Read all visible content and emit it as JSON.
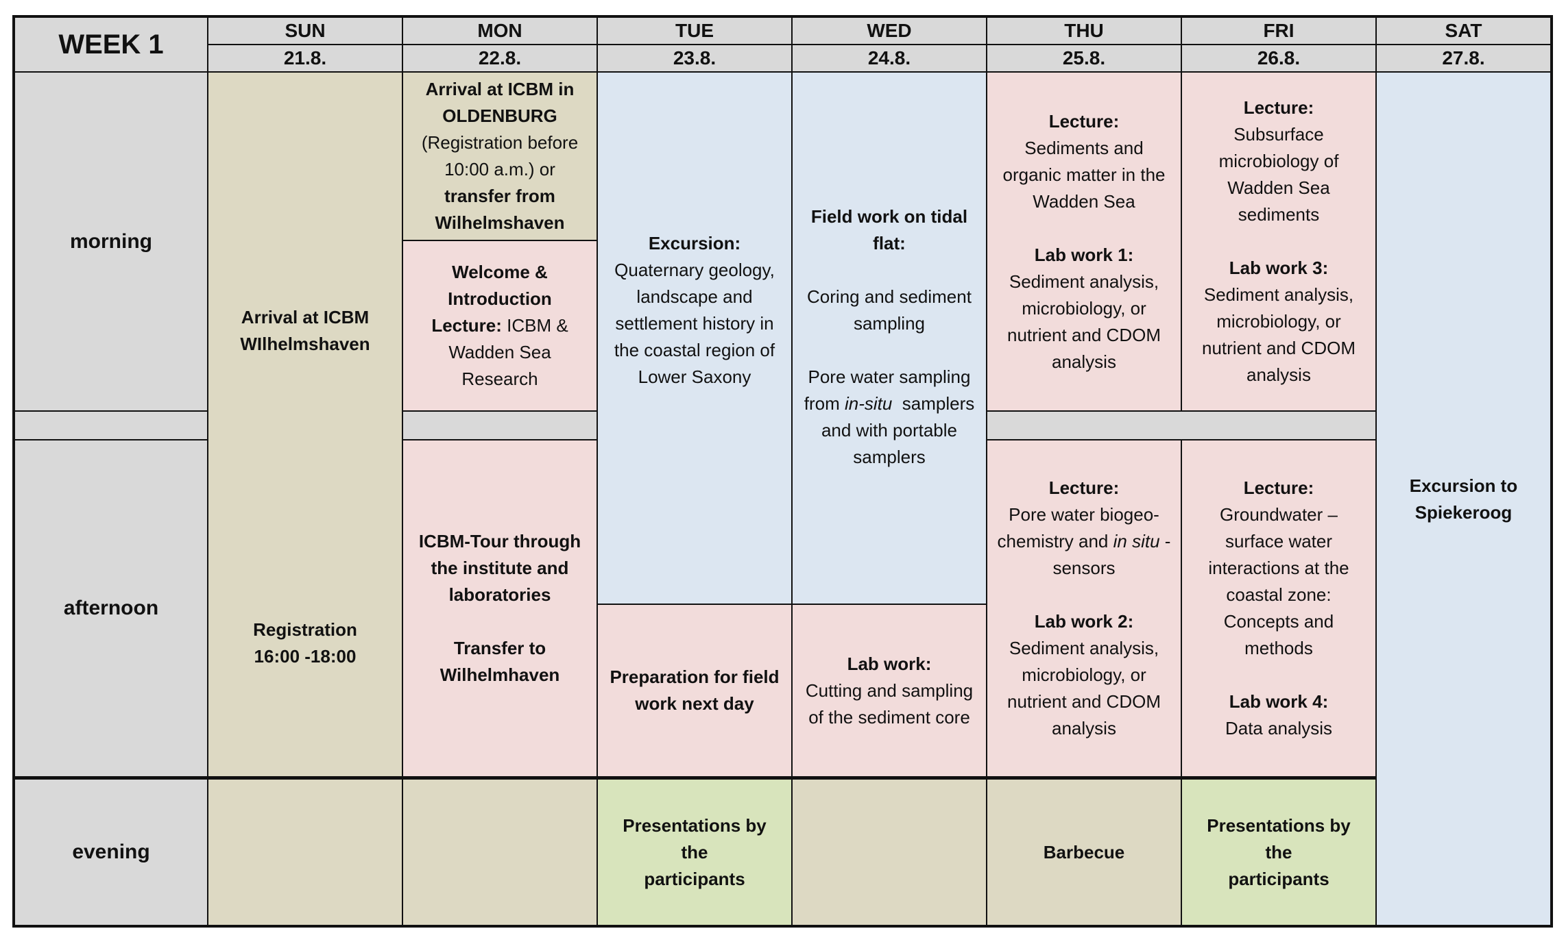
{
  "week_label": "WEEK 1",
  "days": [
    {
      "name": "SUN",
      "date": "21.8."
    },
    {
      "name": "MON",
      "date": "22.8."
    },
    {
      "name": "TUE",
      "date": "23.8."
    },
    {
      "name": "WED",
      "date": "24.8."
    },
    {
      "name": "THU",
      "date": "25.8."
    },
    {
      "name": "FRI",
      "date": "26.8."
    },
    {
      "name": "SAT",
      "date": "27.8."
    }
  ],
  "rows": {
    "morning": "morning",
    "afternoon": "afternoon",
    "evening": "evening"
  },
  "sun": {
    "arrival_line1": "Arrival at ICBM",
    "arrival_line2": "WIlhelmshaven",
    "registration": "Registration",
    "registration_time": "16:00 -18:00"
  },
  "mon": {
    "arrival_bold1": "Arrival at ICBM in",
    "arrival_bold2": "OLDENBURG",
    "arrival_reg1": "(Registration before",
    "arrival_reg2": "10:00 a.m.) or",
    "arrival_transfer1": "transfer from",
    "arrival_transfer2": "Wilhelmshaven",
    "welcome1": "Welcome &",
    "welcome2": "Introduction",
    "lecture_label": "Lecture:",
    "lecture_text1": " ICBM &",
    "lecture_text2": "Wadden Sea",
    "lecture_text3": "Research",
    "tour1": "ICBM-Tour through",
    "tour2": "the institute and",
    "tour3": "laboratories",
    "transfer1": "Transfer to",
    "transfer2": "Wilhelmhaven"
  },
  "tue": {
    "excursion_label": "Excursion:",
    "excursion1": "Quaternary geology,",
    "excursion2": "landscape and",
    "excursion3": "settlement history in",
    "excursion4": "the coastal region of",
    "excursion5": "Lower Saxony",
    "prep1": "Preparation for field",
    "prep2": "work next day",
    "evening1": "Presentations by the",
    "evening2": "participants"
  },
  "wed": {
    "field1": "Field work on tidal",
    "field2": "flat:",
    "coring1": "Coring and sediment",
    "coring2": "sampling",
    "pore1": "Pore water sampling",
    "pore2a": "from ",
    "pore2b": "in-situ",
    "pore2c": "  samplers",
    "pore3": "and with portable",
    "pore4": "samplers",
    "lab_label": "Lab work:",
    "lab1": "Cutting and sampling",
    "lab2": "of the sediment core"
  },
  "thu": {
    "lecture_label": "Lecture:",
    "lecture1": "Sediments and",
    "lecture2": "organic matter in the",
    "lecture3": "Wadden Sea",
    "lab1_label": "Lab work 1:",
    "lab1_1": "Sediment analysis,",
    "lab1_2": "microbiology, or",
    "lab1_3": "nutrient and CDOM",
    "lab1_4": "analysis",
    "lecture2_label": "Lecture:",
    "lecture2_1": "Pore water biogeo-",
    "lecture2_2a": "chemistry and ",
    "lecture2_2b": "in situ",
    "lecture2_2c": " -",
    "lecture2_3": "sensors",
    "lab2_label": "Lab work 2:",
    "lab2_1": "Sediment analysis,",
    "lab2_2": "microbiology, or",
    "lab2_3": "nutrient and CDOM",
    "lab2_4": "analysis",
    "evening": "Barbecue"
  },
  "fri": {
    "lecture_label": "Lecture:",
    "lecture1": "Subsurface",
    "lecture2": "microbiology of",
    "lecture3": "Wadden Sea",
    "lecture4": "sediments",
    "lab3_label": "Lab work 3:",
    "lab3_1": "Sediment analysis,",
    "lab3_2": "microbiology, or",
    "lab3_3": "nutrient and CDOM",
    "lab3_4": "analysis",
    "lecture2_label": "Lecture:",
    "lecture2_1": "Groundwater –",
    "lecture2_2": "surface water",
    "lecture2_3": "interactions at the",
    "lecture2_4": "coastal zone:",
    "lecture2_5": "Concepts and",
    "lecture2_6": "methods",
    "lab4_label": "Lab work 4:",
    "lab4_1": "Data analysis",
    "evening1": "Presentations by the",
    "evening2": "participants"
  },
  "sat": {
    "excursion1": "Excursion to",
    "excursion2": "Spiekeroog"
  },
  "colors": {
    "header_gray": "#d9d9d9",
    "arrival_beige": "#ddd9c3",
    "excursion_blue": "#dce6f1",
    "lecture_pink": "#f2dcdb",
    "presentation_green": "#d8e4bc"
  }
}
